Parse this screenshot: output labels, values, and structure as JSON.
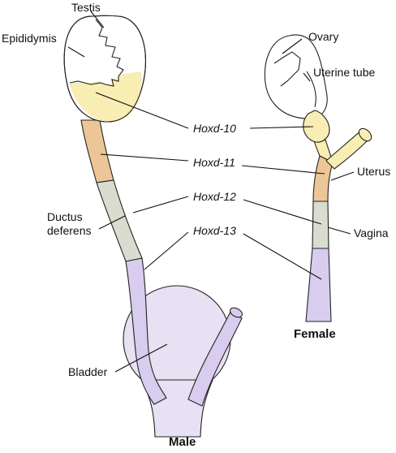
{
  "colors": {
    "hoxd10": "#f8edb3",
    "hoxd11": "#edc697",
    "hoxd12": "#d8ddd0",
    "hoxd13": "#d8cdee",
    "bladder": "#e7e1f3",
    "organ_white": "#ffffff"
  },
  "genes": {
    "hoxd10": "Hoxd-10",
    "hoxd11": "Hoxd-11",
    "hoxd12": "Hoxd-12",
    "hoxd13": "Hoxd-13"
  },
  "male": {
    "title": "Male",
    "labels": {
      "testis": "Testis",
      "epididymis": "Epididymis",
      "ductus_line1": "Ductus",
      "ductus_line2": "deferens",
      "bladder": "Bladder"
    }
  },
  "female": {
    "title": "Female",
    "labels": {
      "ovary": "Ovary",
      "uterine_tube": "Uterine tube",
      "uterus": "Uterus",
      "vagina": "Vagina"
    }
  }
}
